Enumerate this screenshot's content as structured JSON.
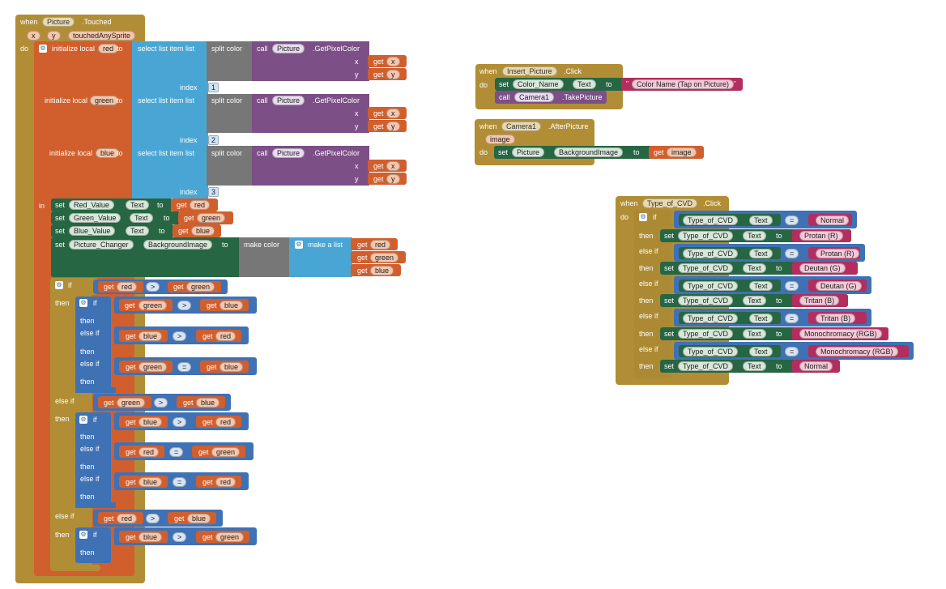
{
  "touched": {
    "when": "when",
    "component": "Picture",
    "event": ".Touched",
    "params": [
      "x",
      "y",
      "touchedAnySprite"
    ],
    "do": "do",
    "in": "in",
    "init_local": "initialize local",
    "to": "to",
    "select_list_item": "select list item  list",
    "index": "index",
    "split_color": "split color",
    "call": "call",
    "get_pixel": ".GetPixelColor",
    "x": "x",
    "y": "y",
    "get": "get",
    "locals": [
      {
        "name": "red",
        "index": "1"
      },
      {
        "name": "green",
        "index": "2"
      },
      {
        "name": "blue",
        "index": "3"
      }
    ],
    "set": "set",
    "text_prop": "Text",
    "bg_prop": "BackgroundImage",
    "labels": [
      "Red_Value",
      "Green_Value",
      "Blue_Value"
    ],
    "picture_changer": "Picture_Changer",
    "make_color": "make color",
    "make_list": "make a list",
    "if": "if",
    "then": "then",
    "else_if": "else if",
    "op_gt": ">",
    "op_eq": "="
  },
  "insert_click": {
    "when": "when",
    "component": "Insert_Picture",
    "event": ".Click",
    "do": "do",
    "set": "set",
    "target": "Color_Name",
    "prop": "Text",
    "to": "to",
    "text_value": "Color Name (Tap on Picture)",
    "call": "call",
    "camera": "Camera1",
    "method": ".TakePicture"
  },
  "after_picture": {
    "when": "when",
    "component": "Camera1",
    "event": ".AfterPicture",
    "param": "image",
    "do": "do",
    "set": "set",
    "target": "Picture",
    "prop": "BackgroundImage",
    "to": "to",
    "get": "get",
    "var": "image"
  },
  "cvd_click": {
    "when": "when",
    "component": "Type_of_CVD",
    "event": ".Click",
    "do": "do",
    "if": "if",
    "then": "then",
    "else_if": "else if",
    "set": "set",
    "prop": "Text",
    "to": "to",
    "op": "=",
    "conditions": [
      "Normal",
      "Protan (R)",
      "Deutan (G)",
      "Tritan (B)",
      "Monochromacy (RGB)"
    ],
    "results": [
      "Protan (R)",
      "Deutan (G)",
      "Tritan (B)",
      "Monochromacy (RGB)",
      "Normal"
    ]
  },
  "colors": {
    "event": "#b18e35",
    "local": "#d05f2d",
    "lists": "#49a6d4",
    "text": "#b32d5e",
    "math": "#3f71b5",
    "color": "#777777",
    "procedure": "#7c4f87",
    "setter": "#266643"
  }
}
